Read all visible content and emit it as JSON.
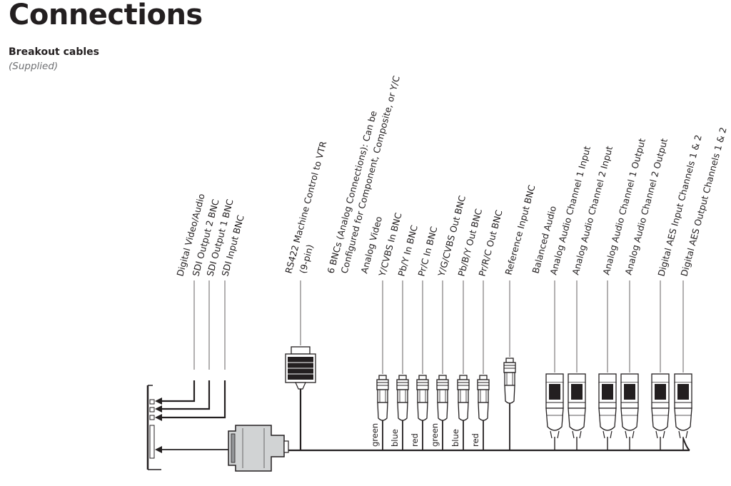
{
  "page": {
    "title": "Connections",
    "subtitle": "Breakout cables",
    "note": "(Supplied)"
  },
  "labels": {
    "digital_video_audio": "Digital Video/Audio",
    "sdi_output_2": "SDI Output 2 BNC",
    "sdi_output_1": "SDI Output 1 BNC",
    "sdi_input": "SDI Input BNC",
    "rs422_line1": "RS422 Machine Control to VTR",
    "rs422_line2": "(9-pin)",
    "six_bnc_line1": "6 BNCs (Analog Connections): Can be",
    "six_bnc_line2": "Configured for Component, Composite, or Y/C",
    "analog_video": "Analog Video",
    "ycvbs_in": "Y/CVBS In BNC",
    "pby_in": "Pb/Y In BNC",
    "prc_in": "Pr/C In BNC",
    "ygcvbs_out": "Y/G/CVBS Out BNC",
    "pbby_out": "Pb/B/Y Out BNC",
    "prrc_out": "Pr/R/C Out BNC",
    "reference_input": "Reference Input BNC",
    "balanced_audio": "Balanced Audio",
    "audio_ch1_in": "Analog Audio Channel 1 Input",
    "audio_ch2_in": "Analog Audio Channel 2 Input",
    "audio_ch1_out": "Analog Audio Channel 1 Output",
    "audio_ch2_out": "Analog Audio Channel 2 Output",
    "aes_in": "Digital AES Input Channels 1 & 2",
    "aes_out": "Digital AES Output Channels 1 & 2"
  },
  "colors": {
    "c1": "green",
    "c2": "blue",
    "c3": "red",
    "c4": "green",
    "c5": "blue",
    "c6": "red"
  }
}
